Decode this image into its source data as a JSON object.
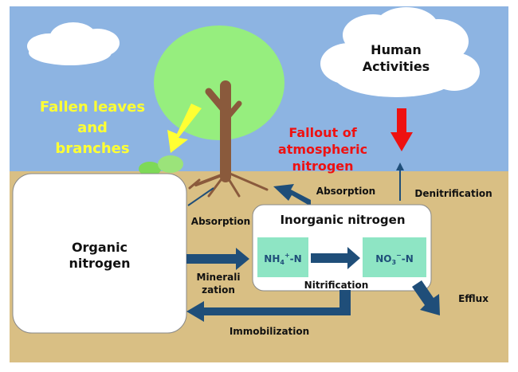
{
  "clouds": {
    "human_line1": "Human",
    "human_line2": "Activities"
  },
  "labels": {
    "fallen_line1": "Fallen leaves",
    "fallen_line2": "and",
    "fallen_line3": "branches",
    "fallout_line1": "Fallout of",
    "fallout_line2": "atmospheric",
    "fallout_line3": "nitrogen",
    "absorption_top": "Absorption",
    "absorption_left": "Absorption",
    "denitrification": "Denitrification",
    "mineralization_line1": "Minerali",
    "mineralization_line2": "zation",
    "nitrification": "Nitrification",
    "immobilization": "Immobilization",
    "efflux": "Efflux"
  },
  "boxes": {
    "organic_line1": "Organic",
    "organic_line2": "nitrogen",
    "inorganic_title": "Inorganic nitrogen",
    "ammonium_base": "NH",
    "ammonium_sub": "4",
    "ammonium_sup": "+",
    "ammonium_suffix": "-N",
    "nitrate_base": "NO",
    "nitrate_sub": "3",
    "nitrate_sup": "−",
    "nitrate_suffix": "-N"
  },
  "colors": {
    "sky": "#8db4e2",
    "soil": "#d9bf84",
    "arrow": "#1f4e79",
    "species_box": "#8ee5c4",
    "canopy": "#96ee7e",
    "trunk": "#8a5a3c",
    "fallen_text": "#ffff33",
    "fallout_text": "#ee1111"
  }
}
